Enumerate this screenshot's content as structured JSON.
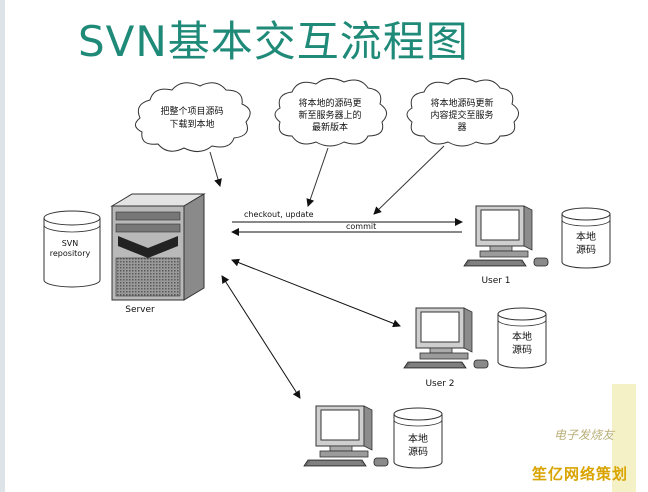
{
  "title": "SVN基本交互流程图",
  "clouds": [
    {
      "lines": [
        "把整个项目源码",
        "下载到本地"
      ]
    },
    {
      "lines": [
        "将本地的源码更",
        "新至服务器上的",
        "最新版本"
      ]
    },
    {
      "lines": [
        "将本地源码更新",
        "内容提交至服务",
        "器"
      ]
    }
  ],
  "server_db": {
    "lines": [
      "SVN",
      "repository"
    ]
  },
  "server_label": "Server",
  "arrows": {
    "checkout": "checkout, update",
    "commit": "commit"
  },
  "users": [
    {
      "label": "User 1",
      "db_lines": [
        "本地",
        "源码"
      ]
    },
    {
      "label": "User 2",
      "db_lines": [
        "本地",
        "源码"
      ]
    },
    {
      "label": "",
      "db_lines": [
        "本地",
        "源码"
      ]
    }
  ],
  "watermark": {
    "top": "电子发烧友",
    "main": "笙亿网络策划"
  },
  "colors": {
    "title": "#1f8a78",
    "watermark": "#d9a400"
  }
}
